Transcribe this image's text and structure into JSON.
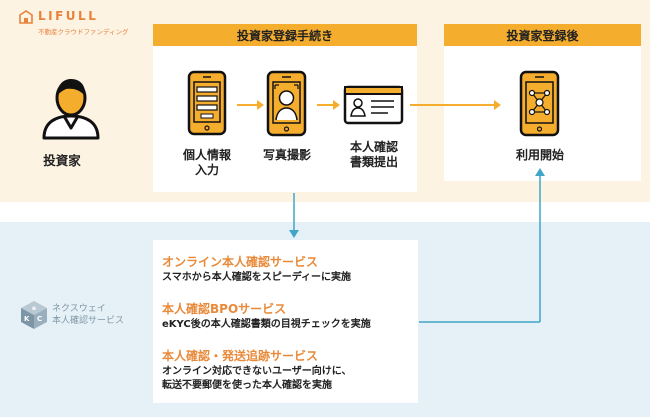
{
  "brand": {
    "name": "LIFULL",
    "tagline": "不動産クラウドファンディング",
    "color": "#e8833a"
  },
  "investor": {
    "label": "投資家"
  },
  "procedure": {
    "header": "投資家登録手続き",
    "steps": [
      {
        "label_line1": "個人情報",
        "label_line2": "入力",
        "icon": "form-phone-icon"
      },
      {
        "label_line1": "写真撮影",
        "label_line2": "",
        "icon": "face-photo-phone-icon"
      },
      {
        "label_line1": "本人確認",
        "label_line2": "書類提出",
        "icon": "id-card-icon"
      }
    ]
  },
  "after": {
    "header": "投資家登録後",
    "label": "利用開始",
    "icon": "network-phone-icon"
  },
  "services": {
    "provider_line1": "ネクスウェイ",
    "provider_line2": "本人確認サービス",
    "items": [
      {
        "title": "オンライン本人確認サービス",
        "desc_line1": "スマホから本人確認をスピーディーに実施",
        "desc_line2": ""
      },
      {
        "title": "本人確認BPOサービス",
        "desc_line1": "eKYC後の本人確認書類の目視チェックを実施",
        "desc_line2": ""
      },
      {
        "title": "本人確認・発送追跡サービス",
        "desc_line1": "オンライン対応できないユーザー向けに、",
        "desc_line2": "転送不要郵便を使った本人確認を実施"
      }
    ]
  },
  "colors": {
    "accent_orange": "#f5ad2e",
    "connector_teal": "#3fa6c8",
    "top_band": "#fdf3e3",
    "bottom_band": "#e6f1f7"
  }
}
